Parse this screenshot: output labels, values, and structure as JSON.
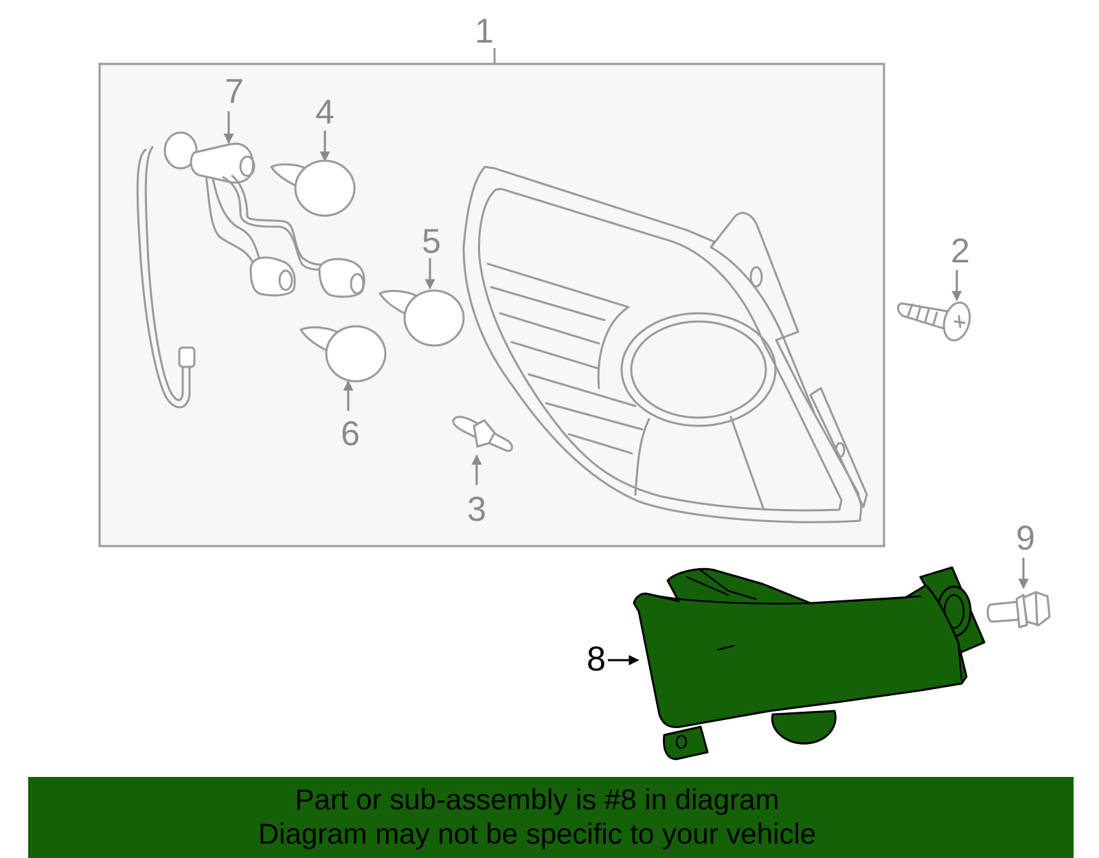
{
  "callouts": {
    "c1": "1",
    "c2": "2",
    "c3": "3",
    "c4": "4",
    "c5": "5",
    "c6": "6",
    "c7": "7",
    "c8": "8",
    "c9": "9"
  },
  "highlight": {
    "part_number": "8",
    "color": "#156107"
  },
  "banner": {
    "line1": "Part or sub-assembly is #8 in diagram",
    "line2": "Diagram may not be specific to your vehicle",
    "color": "#156107"
  }
}
